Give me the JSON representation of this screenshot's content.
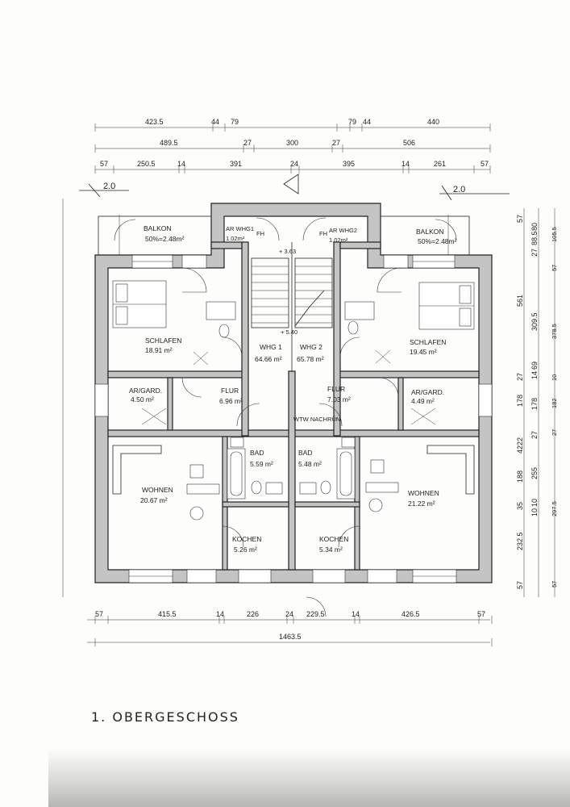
{
  "title": "1. OBERGESCHOSS",
  "colors": {
    "wall": "#c4c4c4",
    "ink": "#222222",
    "paper": "#fdfdfb"
  },
  "dimensions": {
    "top_row1": [
      "423.5",
      "44",
      "79",
      "79",
      "44",
      "440"
    ],
    "top_row2": [
      "489.5",
      "27",
      "300",
      "27",
      "506"
    ],
    "top_row3": [
      "57",
      "250.5",
      "14",
      "391",
      "24",
      "395",
      "14",
      "261",
      "57"
    ],
    "balcony_depth_left": "2.0",
    "balcony_depth_right": "2.0",
    "bottom_row1": [
      "57",
      "415.5",
      "14",
      "226",
      "24",
      "229.5",
      "14",
      "426.5",
      "57"
    ],
    "bottom_total": "1463.5",
    "right_outer": [
      "57",
      "561",
      "27",
      "178",
      "4222",
      "188",
      "35",
      "232.5",
      "57"
    ],
    "right_mid": [
      "88.5",
      "27",
      "80",
      "309.5",
      "14",
      "69",
      "178",
      "27",
      "255",
      "10",
      "10"
    ],
    "right_inner": [
      "105.5",
      "57",
      "378.5",
      "10",
      "182",
      "27",
      "297.5",
      "57"
    ],
    "levels": [
      "+ 3.63",
      "+ 5.40"
    ]
  },
  "rooms": [
    {
      "name": "BALKON",
      "area": "50%=2.48m²"
    },
    {
      "name": "BALKON",
      "area": "50%=2.48m²"
    },
    {
      "name": "AR WHG1",
      "area": "1.02m²"
    },
    {
      "name": "AR WHG2",
      "area": "1.02m²"
    },
    {
      "name": "SCHLAFEN",
      "area": "18.91 m²"
    },
    {
      "name": "SCHLAFEN",
      "area": "19.45 m²"
    },
    {
      "name": "WHG 1",
      "area": "64.66 m²"
    },
    {
      "name": "WHG 2",
      "area": "65.78 m²"
    },
    {
      "name": "AR/GARD.",
      "area": "4.50 m²"
    },
    {
      "name": "AR/GARD.",
      "area": "4.49 m²"
    },
    {
      "name": "FLUR",
      "area": "6.96 m²"
    },
    {
      "name": "FLUR",
      "area": "7.03 m²"
    },
    {
      "name": "BAD",
      "area": "5.59 m²"
    },
    {
      "name": "BAD",
      "area": "5.48 m²"
    },
    {
      "name": "WOHNEN",
      "area": "20.67 m²"
    },
    {
      "name": "WOHNEN",
      "area": "21.22 m²"
    },
    {
      "name": "KOCHEN",
      "area": "5.26 m²"
    },
    {
      "name": "KOCHEN",
      "area": "5.34 m²"
    }
  ],
  "annotations": {
    "fh_left": "FH",
    "fh_right": "FH",
    "stair_note": "WTW NACHRÜN"
  }
}
